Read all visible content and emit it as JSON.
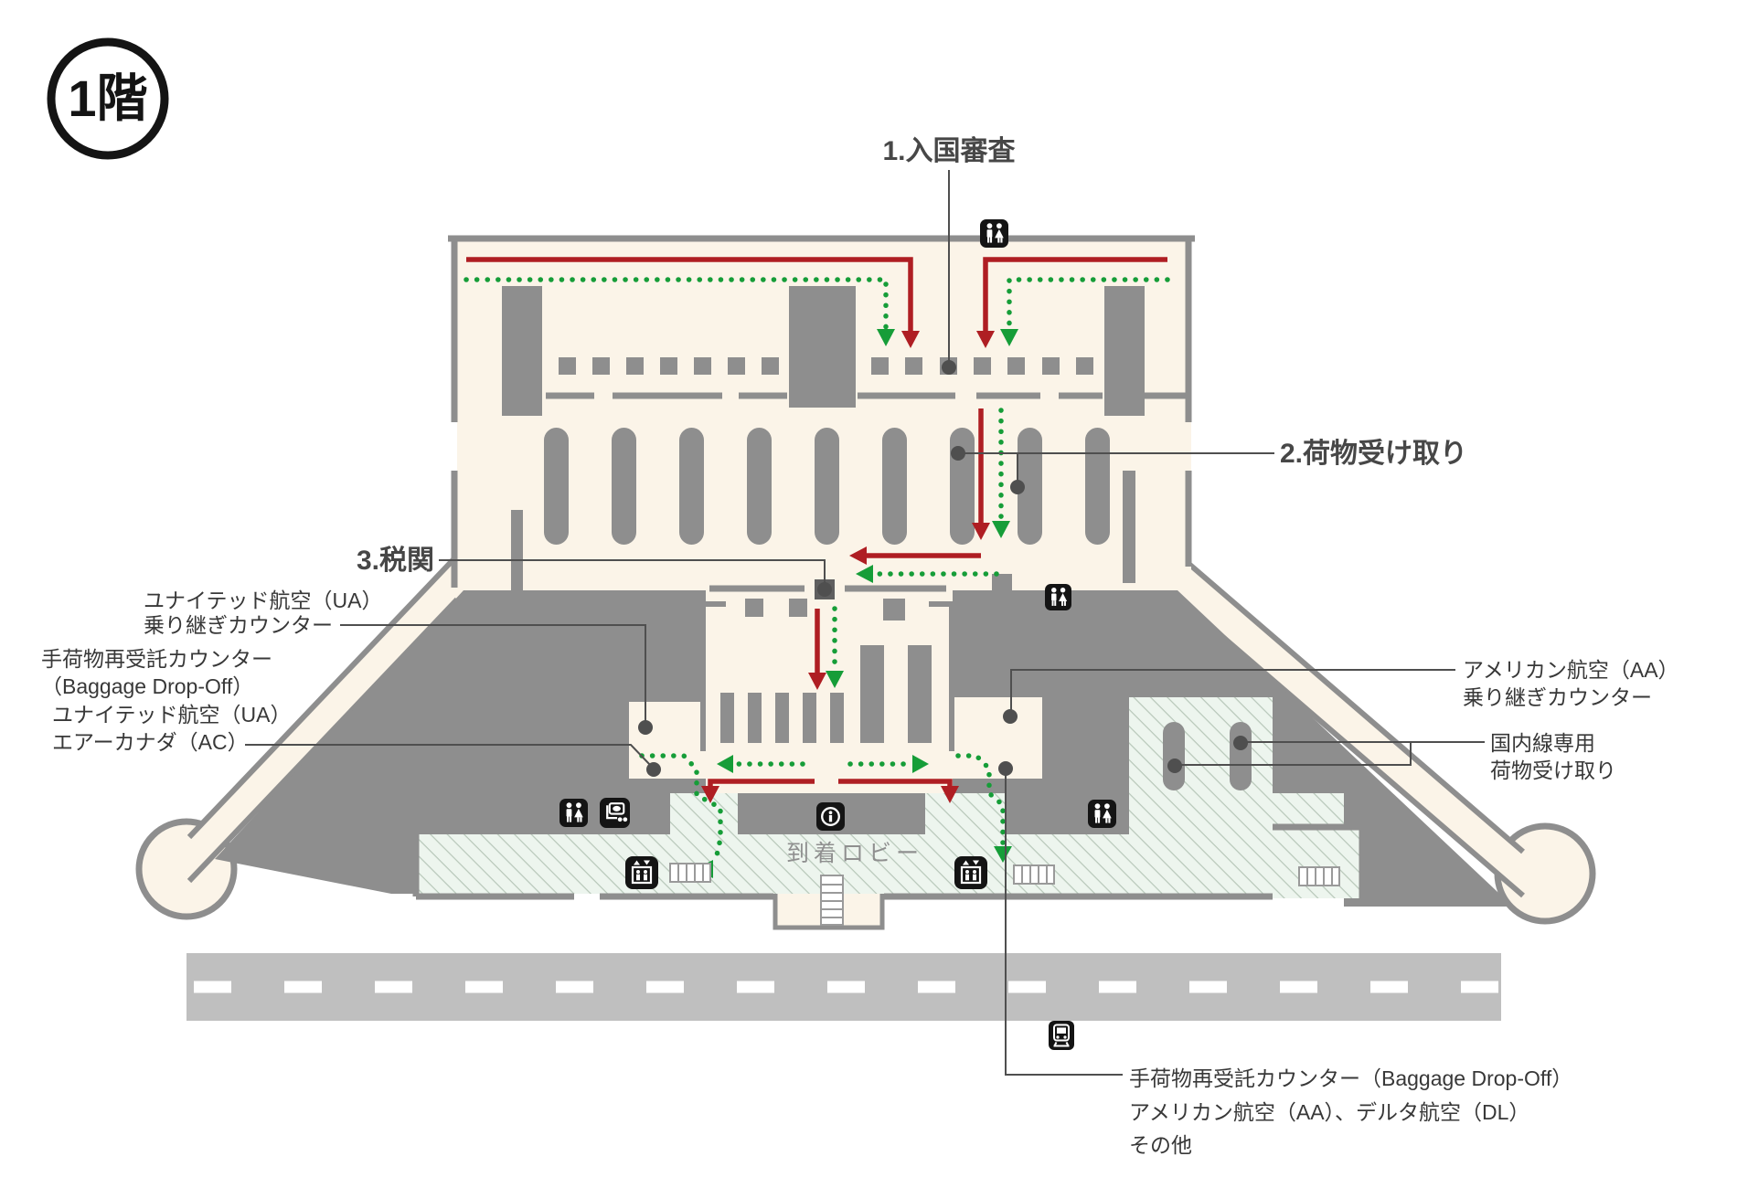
{
  "floor_badge": "1階",
  "callouts": {
    "immigration": "1.入国審査",
    "baggage_claim": "2.荷物受け取り",
    "customs": "3.税関"
  },
  "labels": {
    "ua_transfer": [
      "ユナイテッド航空（UA）",
      "乗り継ぎカウンター"
    ],
    "ua_baggage_dropoff": [
      "手荷物再受託カウンター",
      "（Baggage Drop-Off）",
      "ユナイテッド航空（UA）",
      "エアーカナダ（AC）"
    ],
    "aa_transfer": [
      "アメリカン航空（AA）",
      "乗り継ぎカウンター"
    ],
    "domestic_baggage": [
      "国内線専用",
      "荷物受け取り"
    ],
    "aa_baggage_dropoff": [
      "手荷物再受託カウンター（Baggage Drop-Off）",
      "アメリカン航空（AA）、デルタ航空（DL）",
      "その他"
    ],
    "arrival_lobby": "到着ロビー"
  },
  "icons": [
    {
      "name": "restroom-icon",
      "glyph": "man-woman-figures"
    },
    {
      "name": "baggage-cart-icon",
      "glyph": "cart-with-wheels"
    },
    {
      "name": "information-icon",
      "glyph": "circled-i"
    },
    {
      "name": "elevator-icon",
      "glyph": "two-figures-up-down-arrows"
    },
    {
      "name": "stairs-icon",
      "glyph": "striped-steps"
    },
    {
      "name": "train-icon",
      "glyph": "train-front"
    }
  ],
  "colors": {
    "flow_red": "#AF1E23",
    "flow_green": "#169D38",
    "wall_gray": "#8E8E8E",
    "floor_cream": "#FBF4E8",
    "lobby_green": "#EDF5EE",
    "lobby_stripe": "#B7C7B9",
    "road_gray": "#BFBFBF",
    "icon_black": "#141414",
    "leader_gray": "#4F4F4F"
  }
}
